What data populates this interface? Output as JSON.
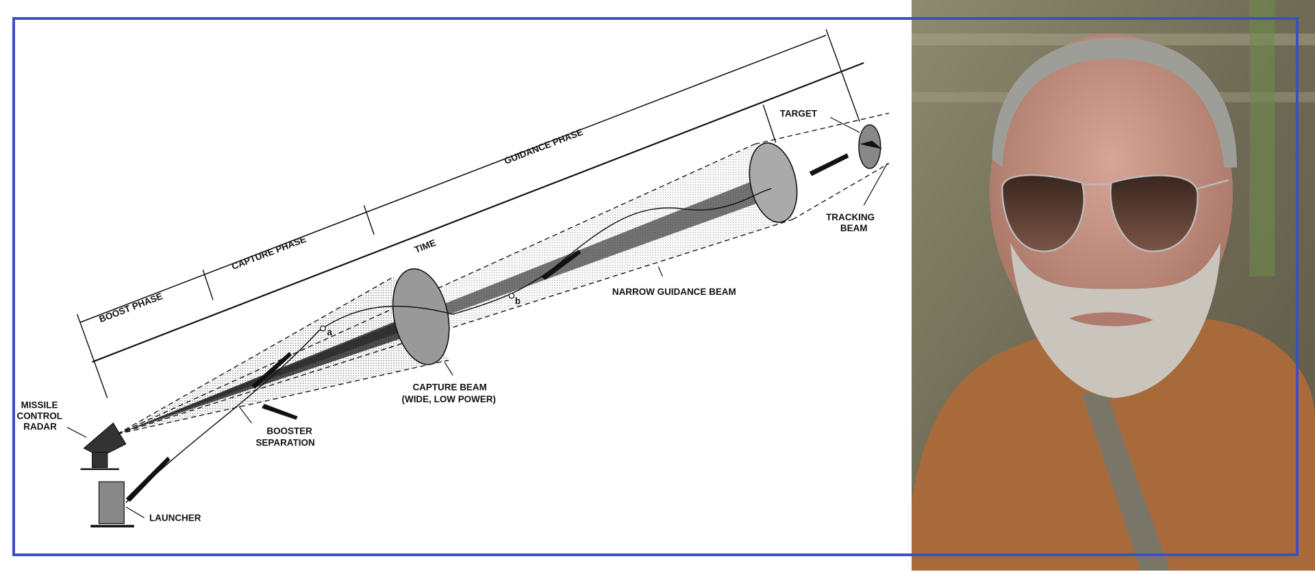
{
  "diagram": {
    "labels": {
      "boost_phase": "BOOST PHASE",
      "capture_phase": "CAPTURE PHASE",
      "guidance_phase": "GUIDANCE PHASE",
      "time": "TIME",
      "target": "TARGET",
      "tracking_beam_1": "TRACKING",
      "tracking_beam_2": "BEAM",
      "narrow_guidance_beam": "NARROW GUIDANCE BEAM",
      "capture_beam_1": "CAPTURE BEAM",
      "capture_beam_2": "(WIDE, LOW POWER)",
      "booster_separation_1": "BOOSTER",
      "booster_separation_2": "SEPARATION",
      "radar_1": "MISSILE",
      "radar_2": "CONTROL",
      "radar_3": "RADAR",
      "launcher": "LAUNCHER",
      "point_a": "a",
      "point_b": "b"
    }
  },
  "colors": {
    "frame": "#3d4fc4",
    "shirt": "#a86a3a",
    "lens": "#4a2f25"
  }
}
